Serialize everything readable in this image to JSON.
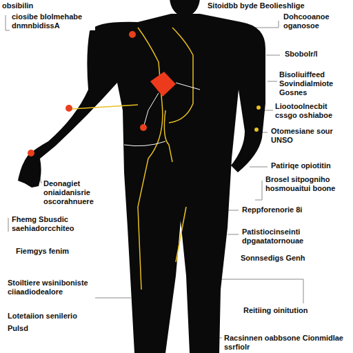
{
  "diagram": {
    "labels": [
      "obsibilin",
      "ciosibe blolmehabe dnmnbidissA",
      "Sitoidbb byde Beolieshlige",
      "Dohcooanoe oganosoe",
      "Sbobolr/l",
      "Bisoliuiffeed Sovindialmiote Gosnes",
      "Liootoolnecbit cssgo oshiaboe",
      "Otomesiane sour UNSO",
      "Patiriqe opiotitin",
      "Brosel sitpogniho hosmouaitui boone",
      "Reppforenorie 8i",
      "Patistiocinseinti dpgaatatornouae",
      "Sonnsedigs Genh",
      "Reitiing oinitution",
      "Racsinnen oabbsone Cionmidlae ssrfiolr",
      "Deonagiet oniaidanisrie oscorahnuere",
      "Fhemg Sbusdic saehiadorcchiteo",
      "Fiemgys fenim",
      "Stoiltiere wsiniboniste ciiaadiodealore",
      "Lotetaiion senilerio",
      "Pulsd"
    ]
  }
}
